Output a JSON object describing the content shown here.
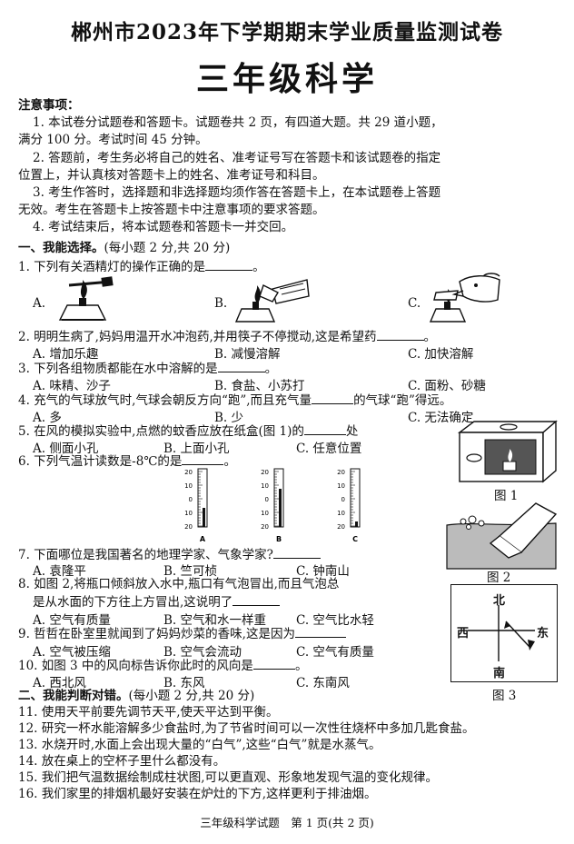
{
  "header": {
    "title": "郴州市2023年下学期期末学业质量监测试卷",
    "subtitle": "三年级科学"
  },
  "notice": {
    "heading": "注意事项：",
    "lines": [
      "1. 本试卷分试题卷和答题卡。试题卷共 2 页，有四道大题。共 29 道小题，",
      "满分 100 分。考试时间 45 分钟。",
      "2. 答题前，考生务必将自己的姓名、准考证号写在答题卡和该试题卷的指定",
      "位置上，并认真核对答题卡上的姓名、准考证号和科目。",
      "3. 考生作答时，选择题和非选择题均须作答在答题卡上，在本试题卷上答题",
      "无效。考生在答题卡上按答题卡中注意事项的要求答题。",
      "4. 考试结束后，将本试题卷和答题卡一并交回。"
    ]
  },
  "section1": {
    "heading": "一、我能选择。",
    "note": "(每小题 2 分,共 20 分)",
    "q1": {
      "stem": "1. 下列有关酒精灯的操作正确的是",
      "a": "A.",
      "b": "B.",
      "c": "C."
    },
    "q2": {
      "stem_a": "2. 明明生病了,妈妈用温开水冲泡药,并用筷子不停搅动,这是希望药",
      "a": "A. 增加乐趣",
      "b": "B. 减慢溶解",
      "c": "C. 加快溶解"
    },
    "q3": {
      "stem": "3. 下列各组物质都能在水中溶解的是",
      "a": "A. 味精、沙子",
      "b": "B. 食盐、小苏打",
      "c": "C. 面粉、砂糖"
    },
    "q4": {
      "stem_a": "4. 充气的气球放气时,气球会朝反方向“跑”,而且充气量",
      "stem_b": "的气球“跑”得远。",
      "a": "A. 多",
      "b": "B. 少",
      "c": "C. 无法确定"
    },
    "q5": {
      "stem_a": "5. 在风的模拟实验中,点燃的蚊香应放在纸盒(图 1)的",
      "stem_b": "处",
      "a": "A. 侧面小孔",
      "b": "B. 上面小孔",
      "c": "C. 任意位置"
    },
    "q6": {
      "stem": "6. 下列气温计读数是-8℃的是"
    },
    "q7": {
      "stem": "7. 下面哪位是我国著名的地理学家、气象学家?",
      "a": "A. 袁隆平",
      "b": "B. 竺可桢",
      "c": "C. 钟南山"
    },
    "q8": {
      "stem_a": "8. 如图 2,将瓶口倾斜放入水中,瓶口有气泡冒出,而且气泡总",
      "stem_b": "是从水面的下方往上方冒出,这说明了",
      "a": "A. 空气有质量",
      "b": "B. 空气和水一样重",
      "c": "C. 空气比水轻"
    },
    "q9": {
      "stem": "9. 哲哲在卧室里就闻到了妈妈炒菜的香味,这是因为",
      "a": "A. 空气被压缩",
      "b": "B. 空气会流动",
      "c": "C. 空气有质量"
    },
    "q10": {
      "stem": "10. 如图 3 中的风向标告诉你此时的风向是",
      "a": "A. 西北风",
      "b": "B. 东风",
      "c": "C. 东南风"
    }
  },
  "section2": {
    "heading": "二、我能判断对错。",
    "note": "(每小题 2 分,共 20 分)",
    "items": [
      "11. 使用天平前要先调节天平,使天平达到平衡。",
      "12. 研究一杯水能溶解多少食盐时,为了节省时间可以一次性往烧杯中多加几匙食盐。",
      "13. 水烧开时,水面上会出现大量的“白气”,这些“白气”就是水蒸气。",
      "14. 放在桌上的空杯子里什么都没有。",
      "15. 我们把气温数据绘制成柱状图,可以更直观、形象地发现气温的变化规律。",
      "16. 我们家里的排烟机最好安装在炉灶的下方,这样更利于排油烟。"
    ]
  },
  "thermometers": {
    "labels": [
      "A",
      "B",
      "C"
    ],
    "ticks": [
      "20",
      "10",
      "0",
      "10",
      "20"
    ]
  },
  "figures": {
    "fig1": "图 1",
    "fig2": "图 2",
    "fig3": "图 3",
    "north": "北",
    "south": "南",
    "west": "西",
    "east": "东"
  },
  "footer": "三年级科学试题　第 1 页(共 2 页)"
}
